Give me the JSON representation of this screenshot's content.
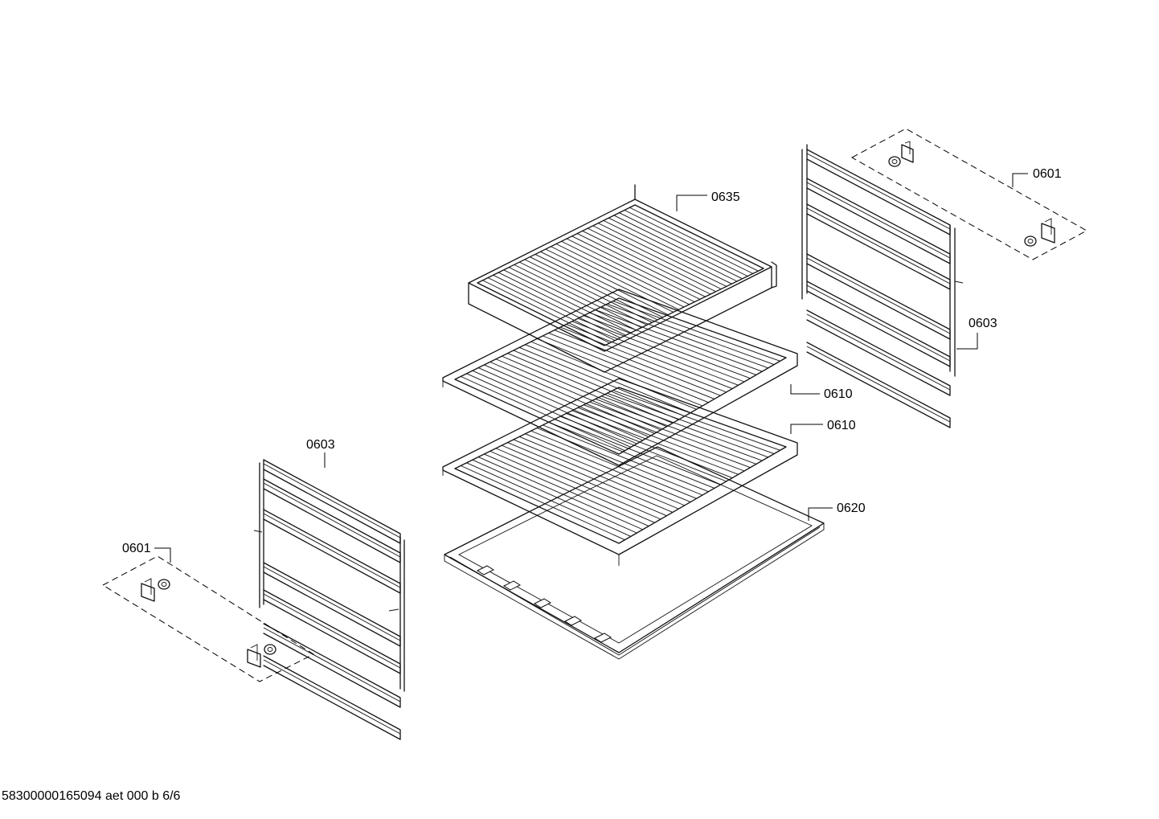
{
  "labels": {
    "rack_top": "0635",
    "rack_mid": "0610",
    "rack_low": "0610",
    "tray": "0620",
    "rail_right": "0603",
    "rail_left": "0603",
    "clips_right": "0601",
    "clips_left": "0601"
  },
  "footer": "58300000165094 aet 000 b 6/6"
}
